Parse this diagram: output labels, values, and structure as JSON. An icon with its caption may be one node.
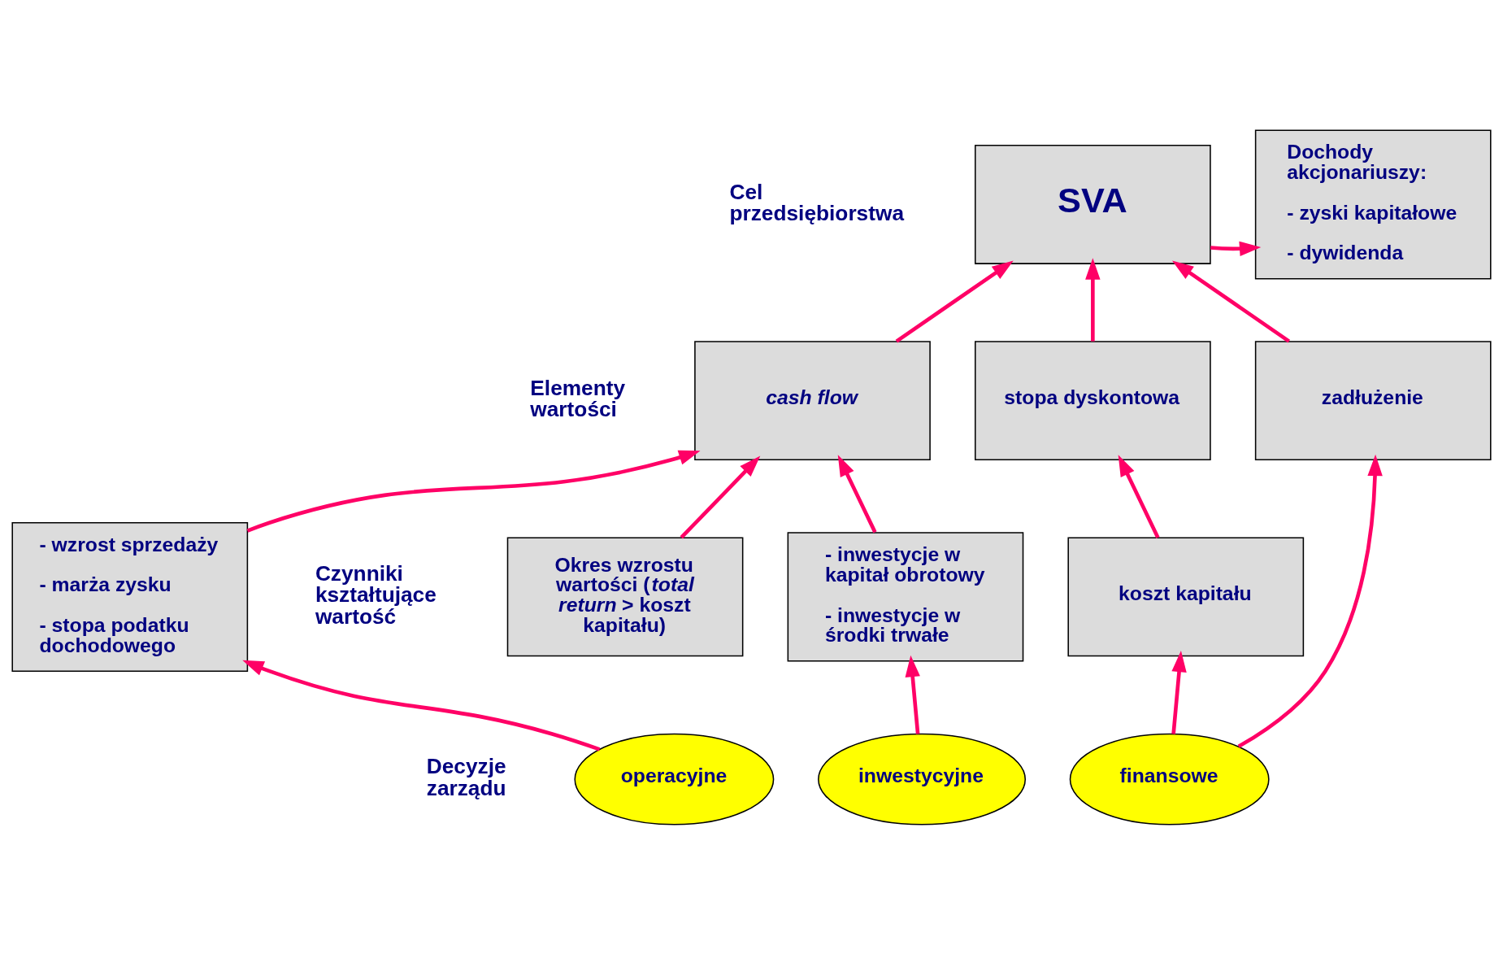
{
  "diagram": {
    "nodes": [
      {
        "text": [
          "SVA"
        ]
      },
      {
        "text": [
          "Dochody akcjonariuszy:",
          "- zyski kapitałowe",
          "- dywidenda"
        ]
      },
      {
        "text": [
          "cash flow"
        ]
      },
      {
        "text": [
          "stopa dyskontowa"
        ]
      },
      {
        "text": [
          "zadłużenie"
        ]
      },
      {
        "text": [
          "Okres wzrostu wartości (*total return* > koszt kapitału)"
        ]
      },
      {
        "text": [
          "- wzrost sprzedaży",
          "- marża zysku",
          "- stopa podatku dochodowego"
        ]
      },
      {
        "text": [
          "- inwestycje w kapitał obrotowy",
          "- inwestycje w środki trwałe"
        ]
      },
      {
        "text": [
          "koszt kapitału"
        ]
      },
      {
        "text": [
          "operacyjne"
        ]
      },
      {
        "text": [
          "inwestycyjne"
        ]
      },
      {
        "text": [
          "finansowe"
        ]
      }
    ],
    "edges": [
      {
        "from": 0,
        "to": 1,
        "arrow": "to"
      },
      {
        "from": 2,
        "to": 0,
        "arrow": "to"
      },
      {
        "from": 3,
        "to": 0,
        "arrow": "to"
      },
      {
        "from": 4,
        "to": 0,
        "arrow": "to"
      },
      {
        "from": 5,
        "to": 2,
        "arrow": "to"
      },
      {
        "from": 6,
        "to": 2,
        "arrow": "to"
      },
      {
        "from": 7,
        "to": 2,
        "arrow": "to"
      },
      {
        "from": 8,
        "to": 3,
        "arrow": "to"
      },
      {
        "from": 9,
        "to": 6,
        "arrow": "to"
      },
      {
        "from": 10,
        "to": 7,
        "arrow": "to"
      },
      {
        "from": 11,
        "to": 8,
        "arrow": "to"
      },
      {
        "from": 11,
        "to": 4,
        "arrow": "to"
      }
    ],
    "labels": [
      "Cel przedsiębiorstwa",
      "Elementy wartości",
      "Czynniki kształtujące wartość",
      "Decyzje zarządu"
    ]
  }
}
